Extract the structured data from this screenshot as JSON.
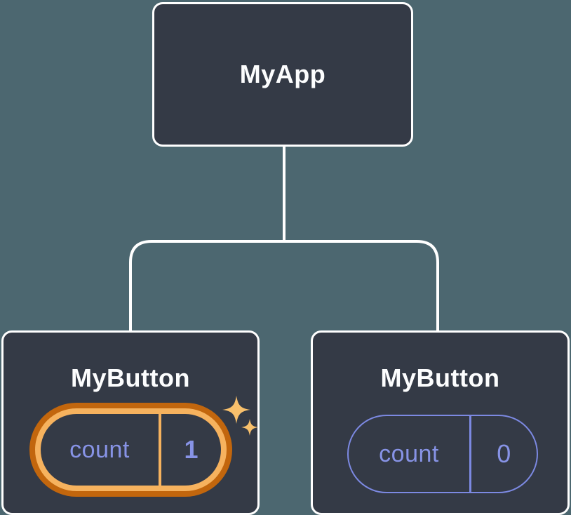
{
  "diagram": {
    "description": "component-tree-state-diagram",
    "root": {
      "label": "MyApp"
    },
    "children": [
      {
        "label": "MyButton",
        "state": {
          "name": "count",
          "value": "1"
        },
        "highlighted": true
      },
      {
        "label": "MyButton",
        "state": {
          "name": "count",
          "value": "0"
        },
        "highlighted": false
      }
    ],
    "colors": {
      "background": "#4C6770",
      "node_fill": "#343A46",
      "node_border": "#FFFFFF",
      "node_text": "#FCFDFE",
      "state_purple": "#8793E6",
      "pill_outline_purple": "#7C89E2",
      "highlight_outer_orange": "#C2660D",
      "highlight_inner_orange": "#F6B25E",
      "sparkle_gold": "#F8C06C"
    }
  }
}
